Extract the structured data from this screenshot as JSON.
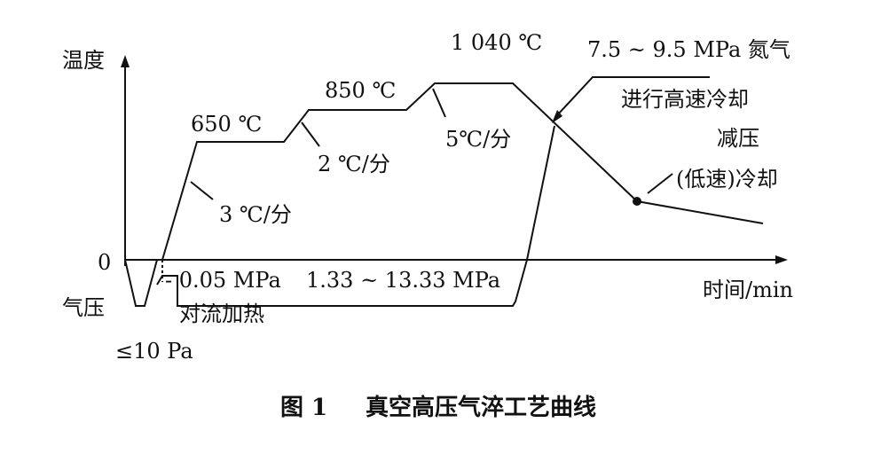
{
  "axes": {
    "y_label": "温度",
    "x_label": "时间/min",
    "zero_label": "0",
    "pressure_label": "气压"
  },
  "temperature": {
    "t650": "650 ℃",
    "t850": "850 ℃",
    "t1040": "1 040 ℃",
    "rate3": "3 ℃/分",
    "rate2": "2 ℃/分",
    "rate5": "5℃/分"
  },
  "cooling": {
    "gas_pressure": "7.5 ~ 9.5 MPa 氮气",
    "fast_cool": "进行高速冷却",
    "reduce_pressure": "减压",
    "slow_cool": "(低速)冷却"
  },
  "pressure": {
    "vacuum": "≤10 Pa",
    "convection_pressure": "- 0.05 MPa",
    "convection_heat": "对流加热",
    "high_pressure": "1.33 ~ 13.33 MPa"
  },
  "caption": {
    "figure_no": "图 1",
    "title": "真空高压气淬工艺曲线"
  },
  "colors": {
    "ink": "#111111",
    "background": "#ffffff"
  }
}
